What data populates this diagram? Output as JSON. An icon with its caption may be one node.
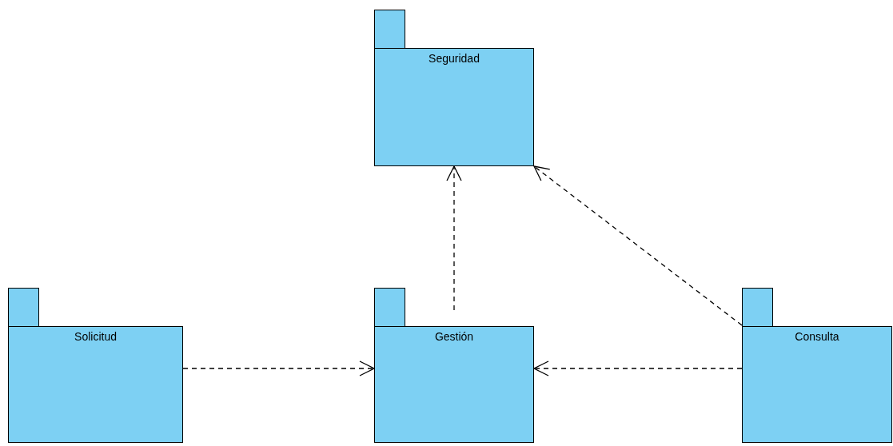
{
  "diagram": {
    "nodes": [
      {
        "text": [
          "Seguridad"
        ]
      },
      {
        "text": [
          "Solicitud"
        ]
      },
      {
        "text": [
          "Gestión"
        ]
      },
      {
        "text": [
          "Consulta"
        ]
      }
    ],
    "edges": [
      {
        "from": 1,
        "to": 2,
        "arrow": "to",
        "style": "dashed"
      },
      {
        "from": 3,
        "to": 2,
        "arrow": "to",
        "style": "dashed"
      },
      {
        "from": 2,
        "to": 0,
        "arrow": "to",
        "style": "dashed"
      },
      {
        "from": 3,
        "to": 0,
        "arrow": "to",
        "style": "dashed"
      }
    ]
  }
}
